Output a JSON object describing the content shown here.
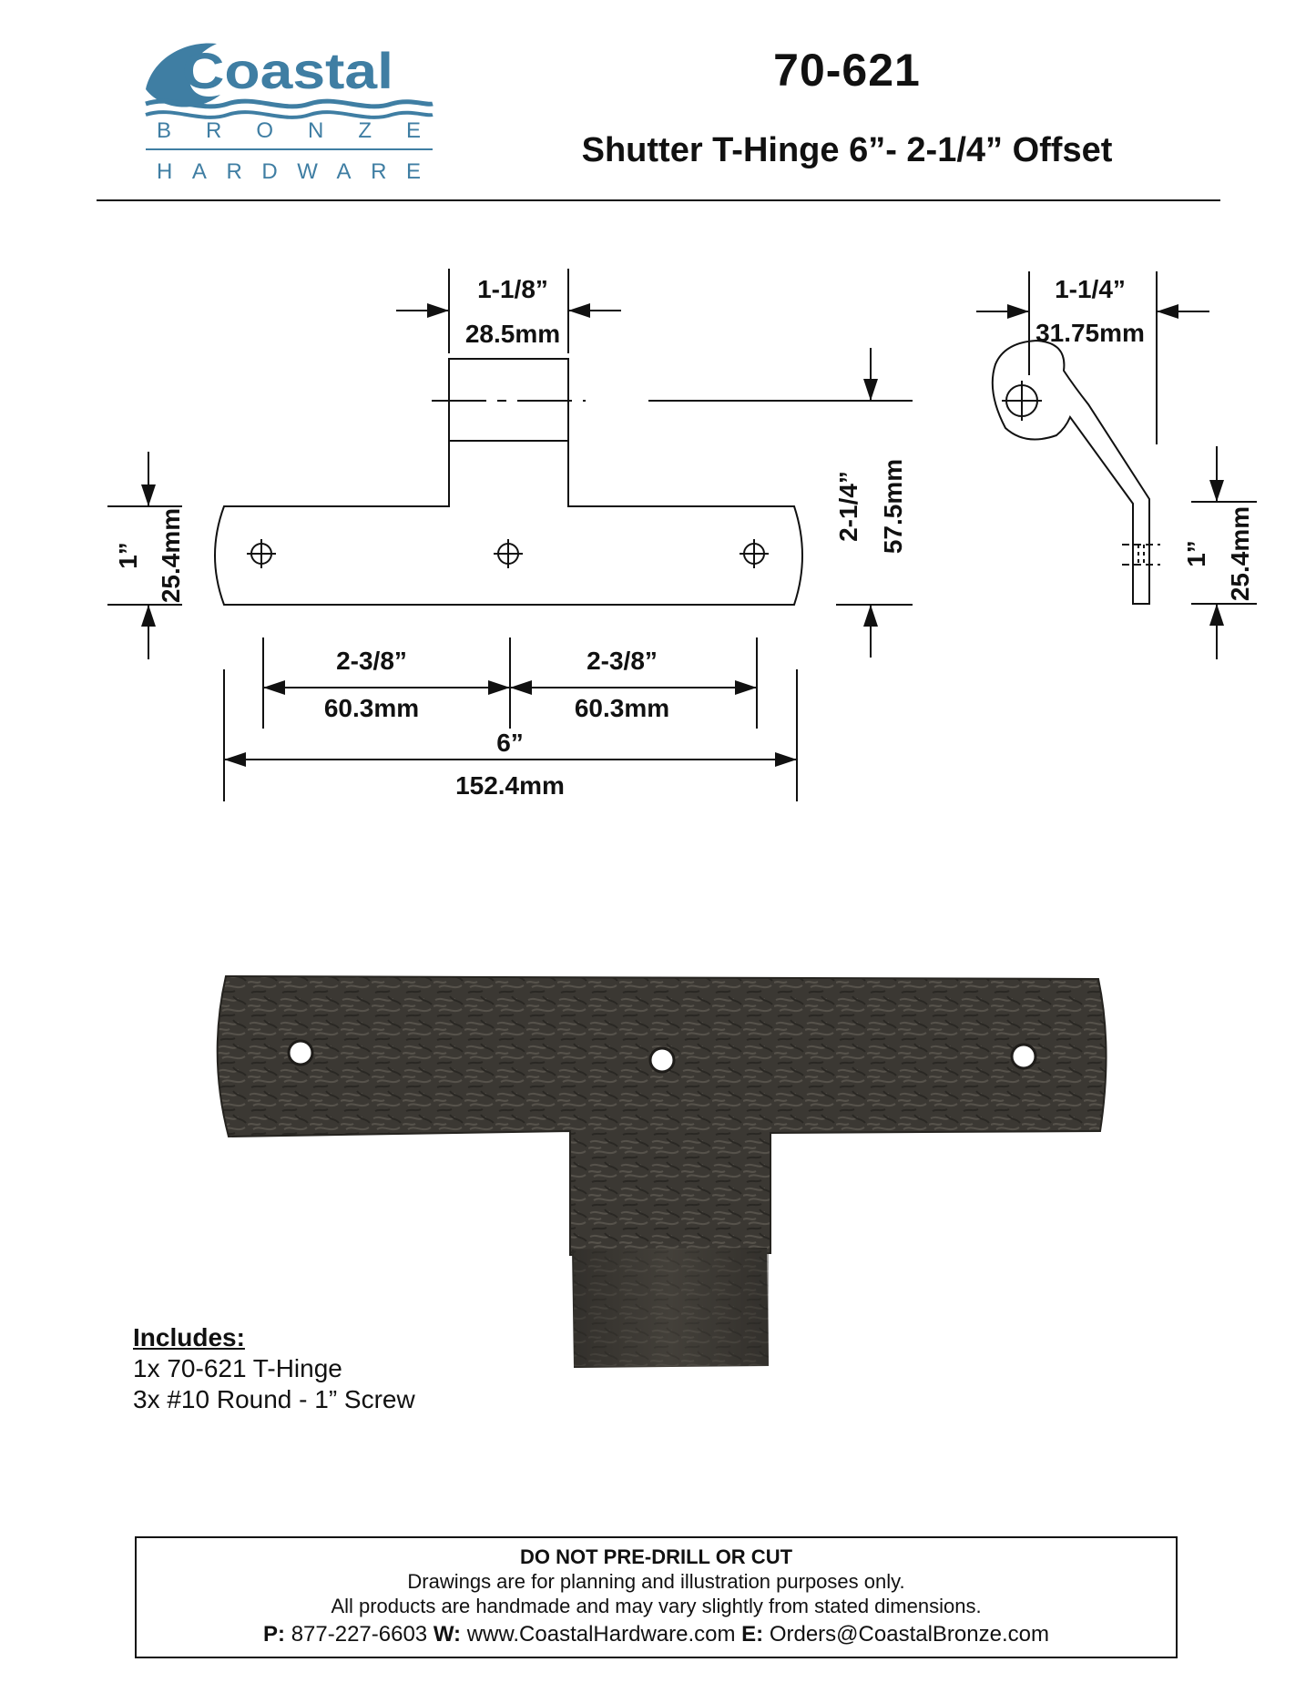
{
  "logo": {
    "wordmark": "Coastal",
    "line1": "BRONZE",
    "line2": "HARDWARE",
    "color": "#3f7ea3"
  },
  "header": {
    "part_number": "70-621",
    "title": "Shutter T-Hinge 6”- 2-1/4” Offset"
  },
  "front_view": {
    "tab_width_in": "1-1/8”",
    "tab_width_mm": "28.5mm",
    "strap_height_in": "1”",
    "strap_height_mm": "25.4mm",
    "offset_in": "2-1/4”",
    "offset_mm": "57.5mm",
    "hole_spacing_left_in": "2-3/8”",
    "hole_spacing_left_mm": "60.3mm",
    "hole_spacing_right_in": "2-3/8”",
    "hole_spacing_right_mm": "60.3mm",
    "overall_length_in": "6”",
    "overall_length_mm": "152.4mm"
  },
  "side_view": {
    "depth_in": "1-1/4”",
    "depth_mm": "31.75mm",
    "strap_height_in": "1”",
    "strap_height_mm": "25.4mm"
  },
  "includes": {
    "heading": "Includes:",
    "items": [
      "1x  70-621 T-Hinge",
      "3x  #10 Round - 1” Screw"
    ]
  },
  "footer": {
    "warning": "DO NOT PRE-DRILL OR CUT",
    "line1": "Drawings are for planning and illustration purposes only.",
    "line2": "All products are handmade and may vary slightly from stated dimensions.",
    "phone_key": "P:",
    "phone": "877-227-6603",
    "web_key": "W:",
    "web": "www.CoastalHardware.com",
    "email_key": "E:",
    "email": "Orders@CoastalBronze.com"
  },
  "colors": {
    "photo_metal": "#3b3833",
    "ink": "#111111"
  }
}
